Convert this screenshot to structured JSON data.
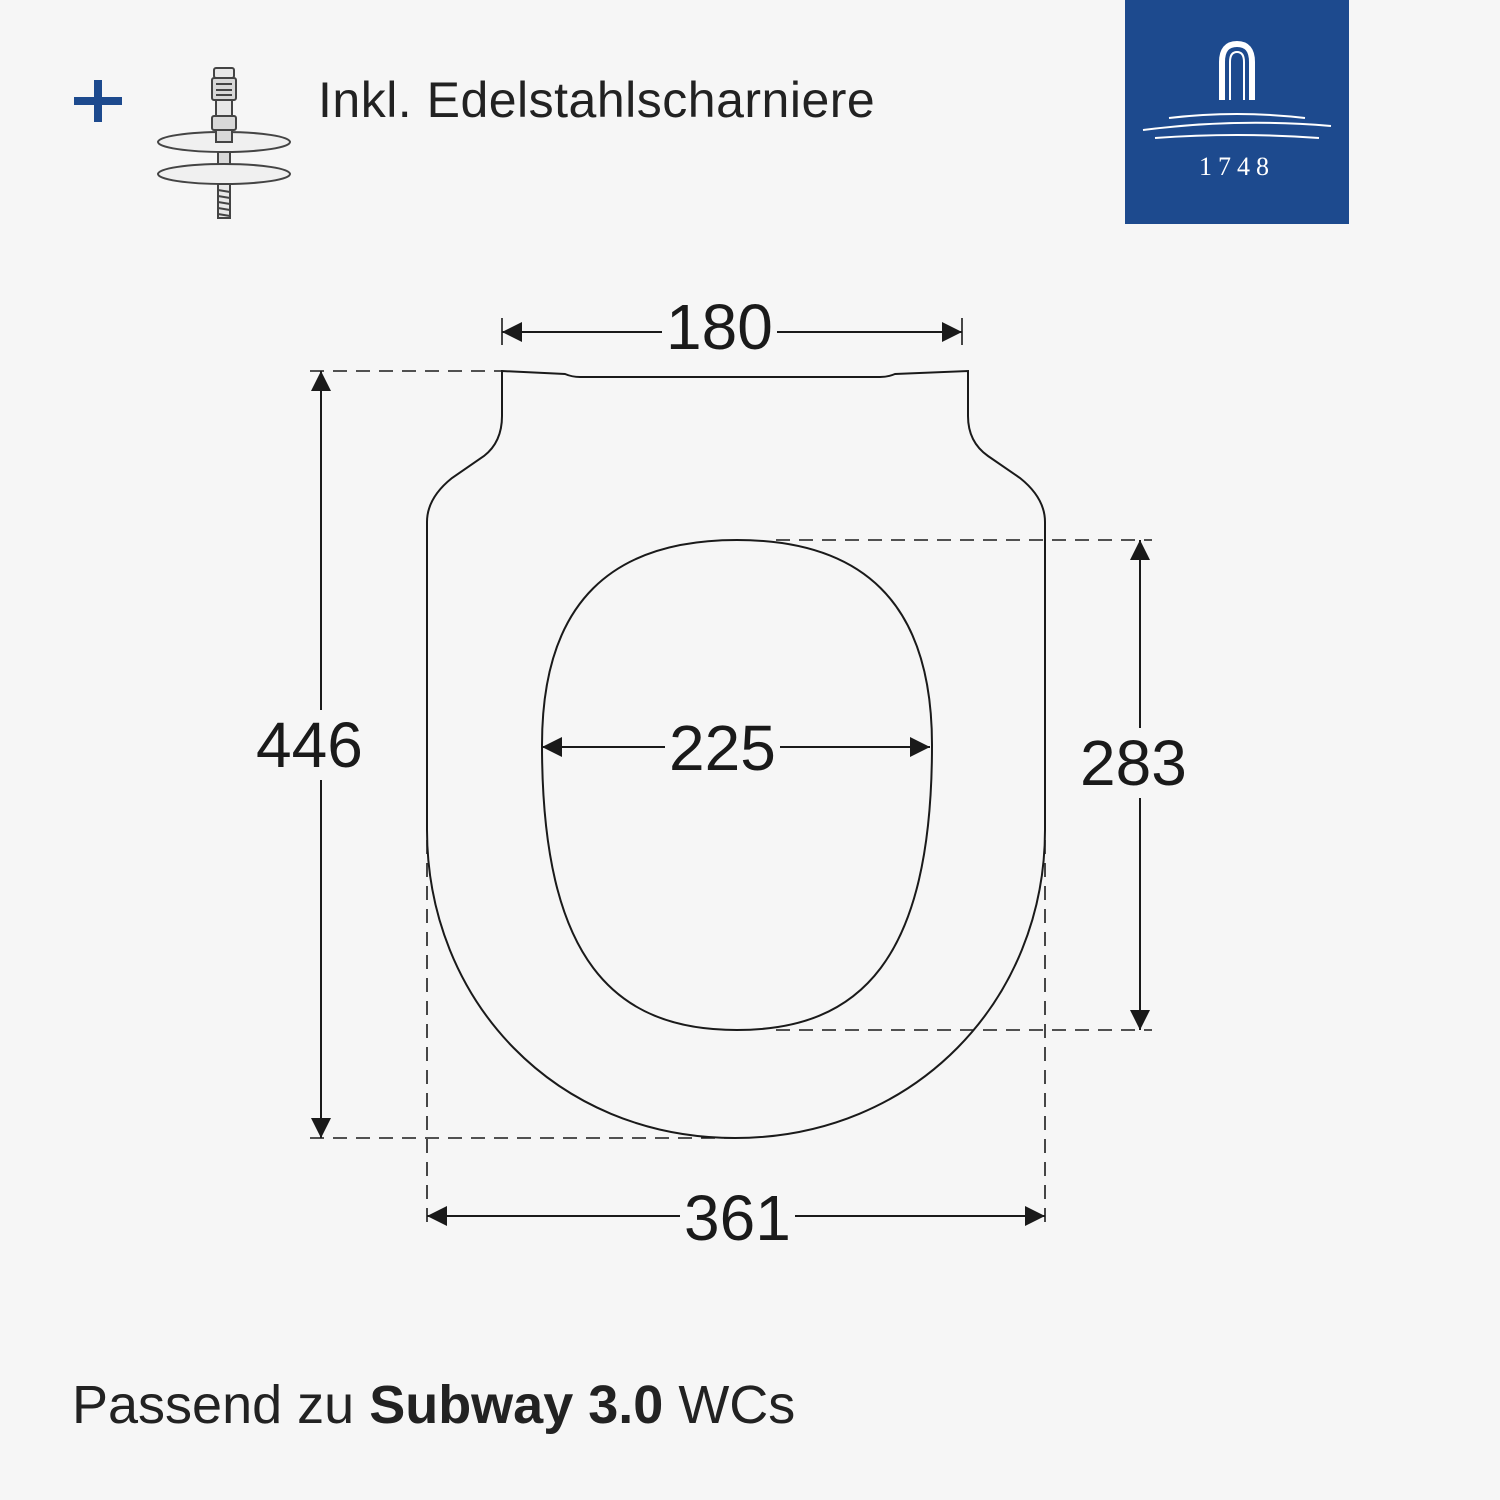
{
  "header": {
    "plus_icon": "plus-icon",
    "hinge_icon": "stainless-steel-hinge-icon",
    "included_text": "Inkl. Edelstahlscharniere",
    "accent_color": "#1d4a8e"
  },
  "logo": {
    "icon": "fountain-arch-icon",
    "year": "1748",
    "background_color": "#1d4a8e"
  },
  "dimensions": {
    "top_width": "180",
    "total_length": "446",
    "inner_width": "225",
    "inner_length": "283",
    "total_width": "361"
  },
  "footer": {
    "prefix": "Passend zu ",
    "product": "Subway 3.0",
    "suffix": " WCs"
  }
}
